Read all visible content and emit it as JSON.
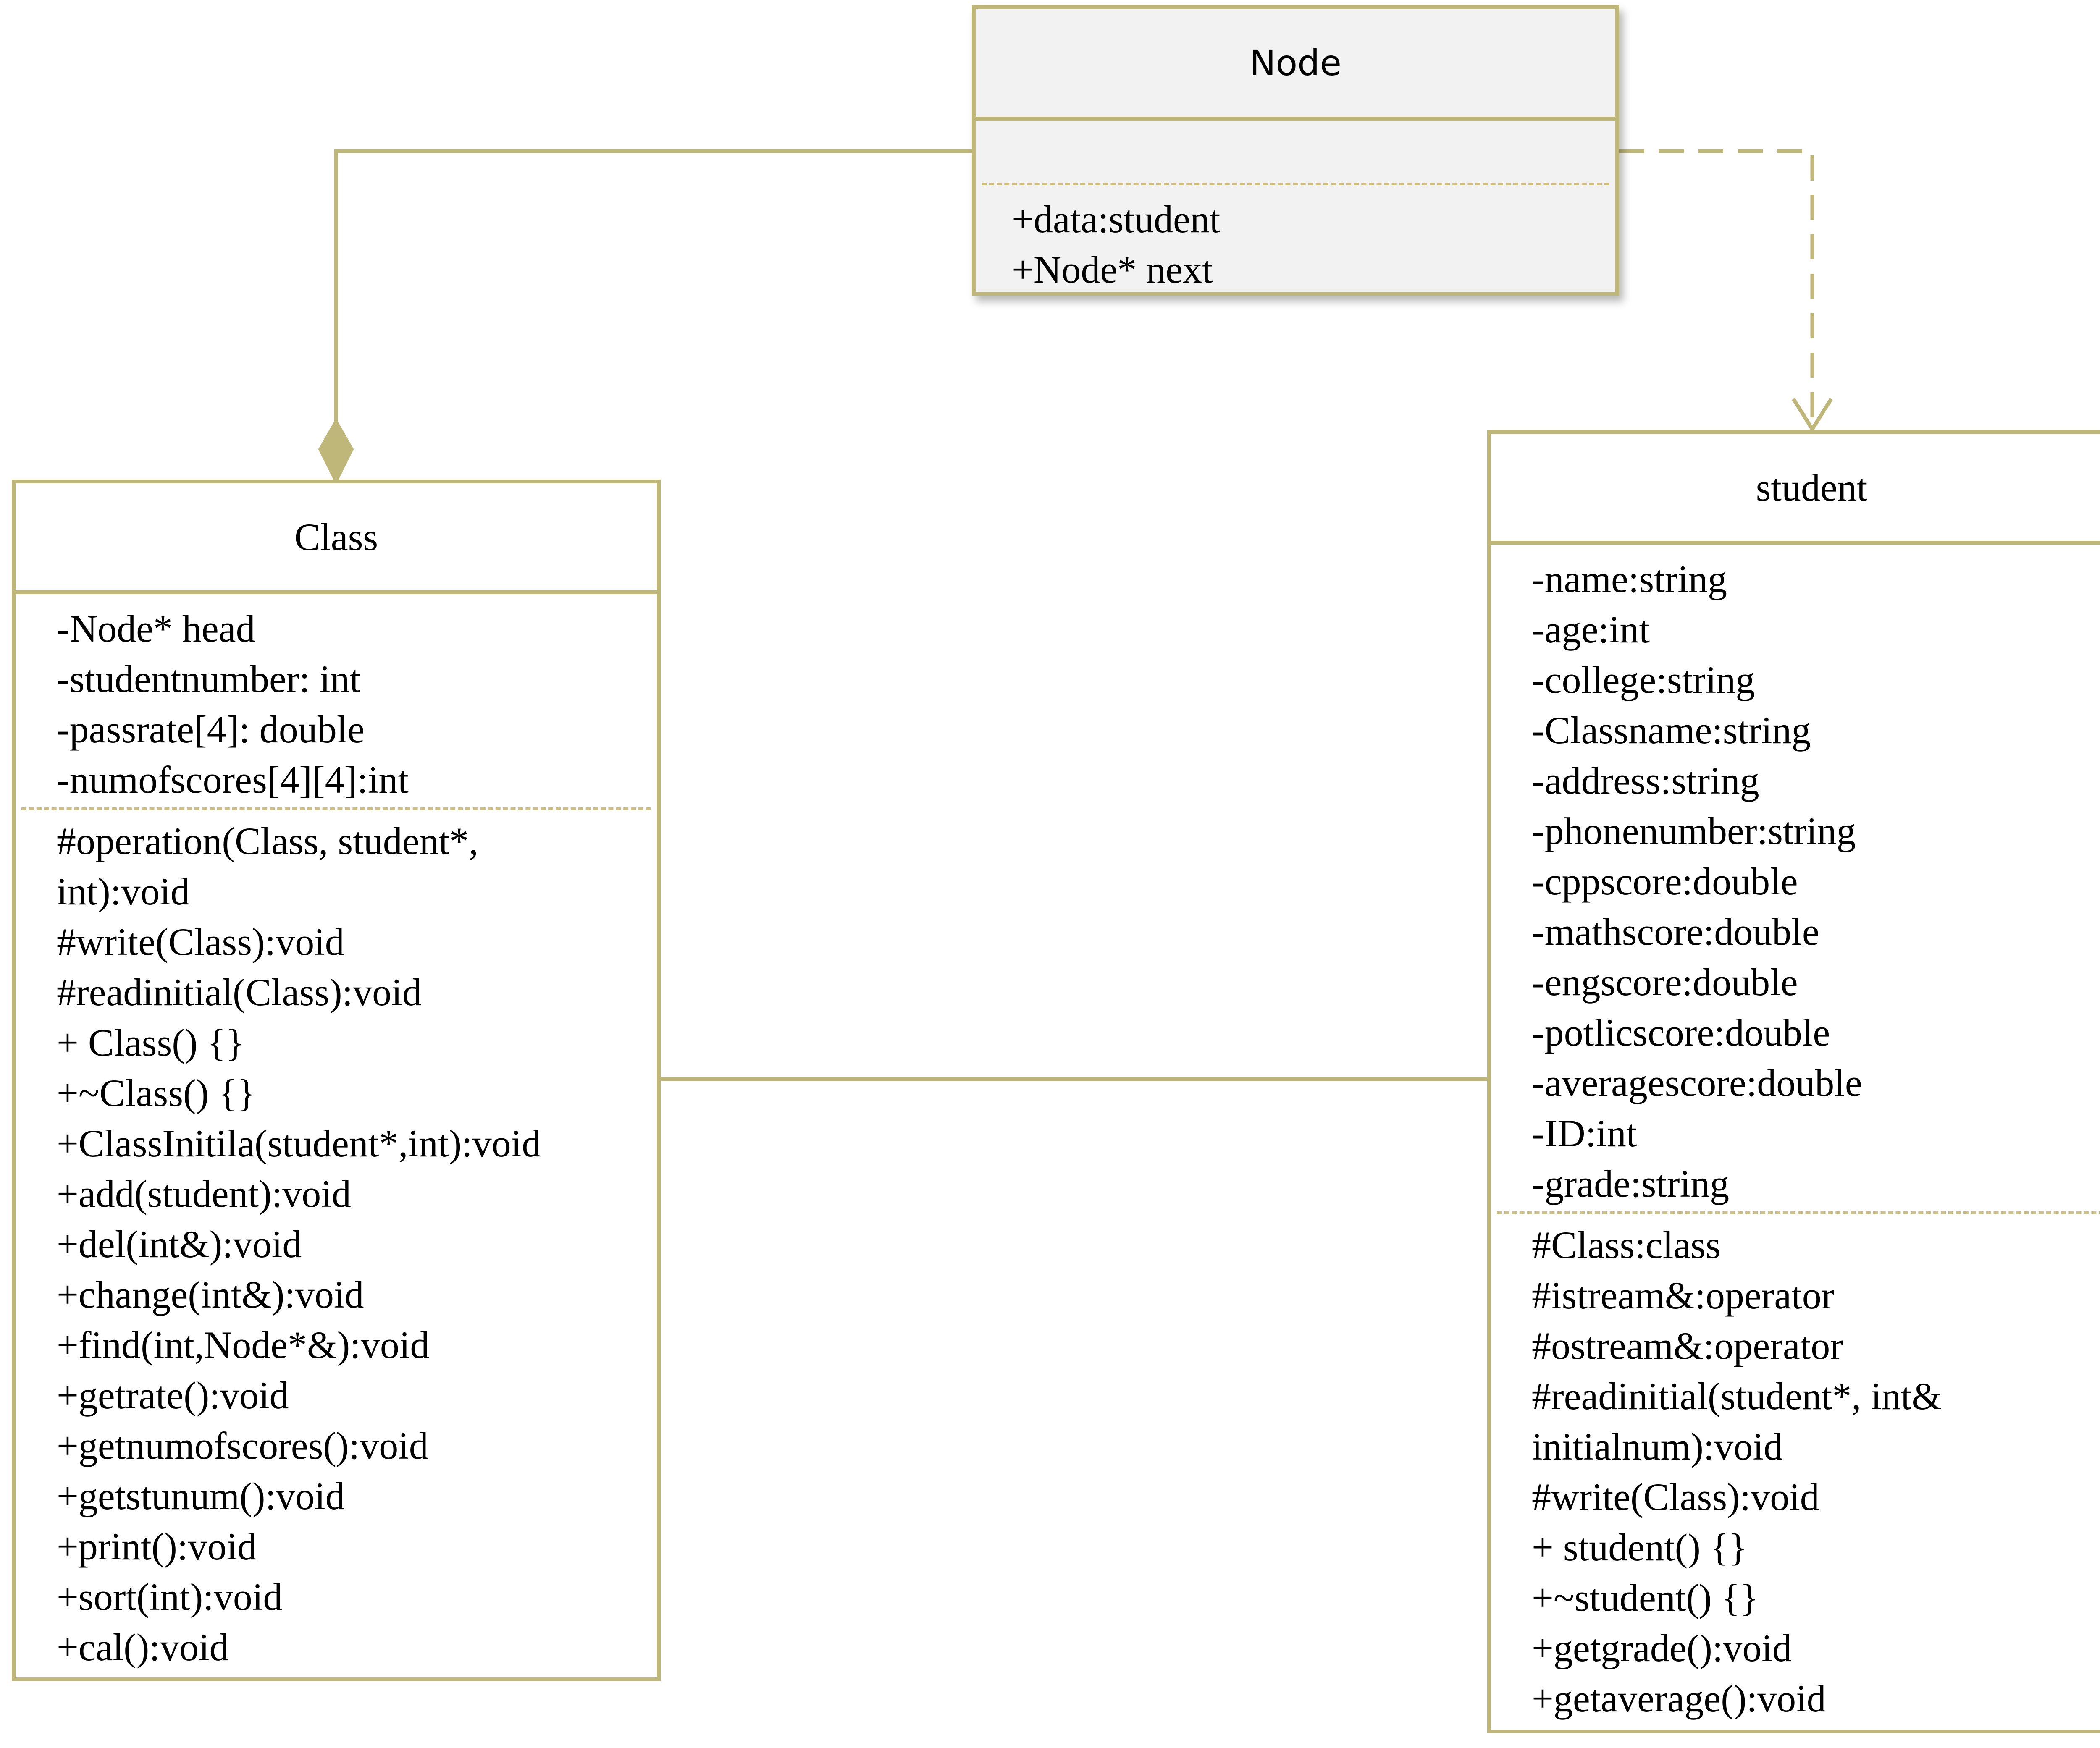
{
  "classes": {
    "node": {
      "name": "Node",
      "attributes": [],
      "operations": [
        "+data:student",
        "+Node* next"
      ]
    },
    "class": {
      "name": "Class",
      "attributes": [
        "-Node* head",
        "-studentnumber: int",
        "-passrate[4]: double",
        "-numofscores[4][4]:int"
      ],
      "operations": [
        "#operation(Class, student*,",
        "int):void",
        "#write(Class):void",
        "#readinitial(Class):void",
        "+ Class() {}",
        "+~Class() {}",
        "+ClassInitila(student*,int):void",
        "+add(student):void",
        "+del(int&):void",
        "+change(int&):void",
        "+find(int,Node*&):void",
        "+getrate():void",
        "+getnumofscores():void",
        "+getstunum():void",
        "+print():void",
        "+sort(int):void",
        "+cal():void"
      ]
    },
    "student": {
      "name": "student",
      "attributes": [
        "-name:string",
        "-age:int",
        "-college:string",
        "-Classname:string",
        "-address:string",
        "-phonenumber:string",
        "-cppscore:double",
        "-mathscore:double",
        "-engscore:double",
        "-potlicscore:double",
        "-averagescore:double",
        "-ID:int",
        "-grade:string"
      ],
      "operations": [
        "#Class:class",
        "#istream&:operator",
        "#ostream&:operator",
        "#readinitial(student*, int&",
        "initialnum):void",
        "#write(Class):void",
        "+ student() {}",
        "+~student() {}",
        "+getgrade():void",
        "+getaverage():void"
      ]
    }
  },
  "relationships": [
    {
      "type": "composition",
      "whole": "Class",
      "part": "Node"
    },
    {
      "type": "dependency",
      "from": "Node",
      "to": "student"
    },
    {
      "type": "association",
      "from": "Class",
      "to": "student"
    }
  ],
  "colors": {
    "border": "#BFB67A",
    "separator": "#CDBE82",
    "node_fill": "#F2F2F2",
    "line": "#BFB67A"
  }
}
